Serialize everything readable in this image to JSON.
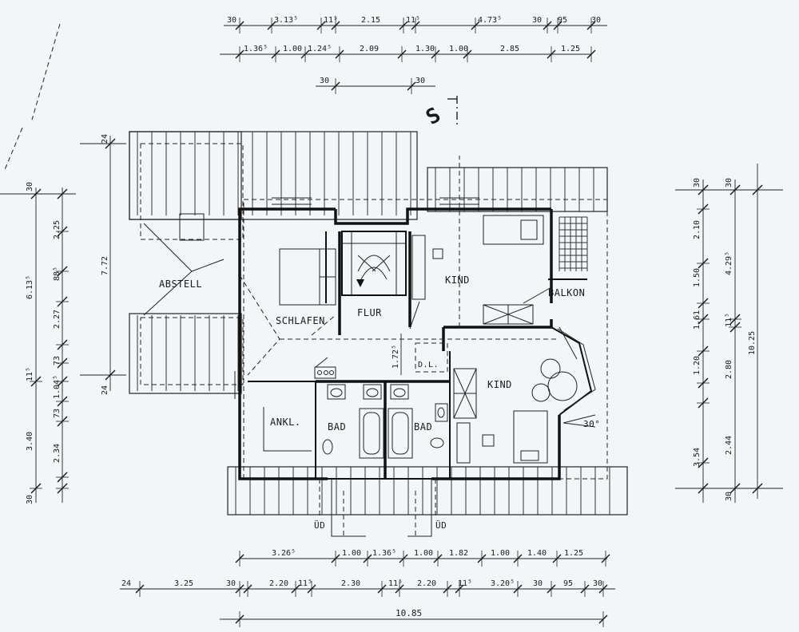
{
  "rooms": {
    "abstell": "ABSTELL",
    "schlafen": "SCHLAFEN",
    "flur": "FLUR",
    "kind_top": "KIND",
    "balkon": "BALKON",
    "kind_bottom": "KIND",
    "ankl": "ANKL.",
    "bad_left": "BAD",
    "bad_right": "BAD",
    "dl": "D.L.",
    "ud_left": "ÜD",
    "ud_right": "ÜD",
    "angle": "30°",
    "north": "S"
  },
  "dims_top_row1": [
    "30",
    "3.13⁵",
    "11⁵",
    "2.15",
    "11⁵",
    "4.73⁵",
    "30",
    "95",
    "30"
  ],
  "dims_top_row2": [
    "1.36⁵",
    "1.00",
    "1.24⁵",
    "2.09",
    "1.30",
    "1.00",
    "2.85",
    "1.25"
  ],
  "dims_top_row3": [
    "30",
    "30"
  ],
  "dims_left_outer": [
    "6.13⁵",
    "11⁵",
    "3.40"
  ],
  "dims_left_inner": [
    "30",
    "2.25",
    "88⁵",
    "2.27",
    "73",
    "1.04⁵",
    "73",
    "2.34",
    "30"
  ],
  "dims_left_far": [
    "7.72",
    "24",
    "24"
  ],
  "dims_right_outer": [
    "30",
    "4.29⁵",
    "11⁵",
    "10.25"
  ],
  "dims_right_inner": [
    "30",
    "2.10",
    "1.50",
    "1.61",
    "1.20",
    "2.80",
    "3.54",
    "2.44",
    "30"
  ],
  "dims_bottom_row1": [
    "3.26⁵",
    "1.00",
    "1.36⁵",
    "1.00",
    "1.82",
    "1.00",
    "1.40",
    "1.25"
  ],
  "dims_bottom_row2": [
    "24",
    "3.25",
    "30",
    "2.20",
    "11⁵",
    "2.30",
    "11⁵",
    "2.20",
    "11⁵",
    "3.20⁵",
    "30",
    "95",
    "30"
  ],
  "dims_bottom_total": "10.85"
}
